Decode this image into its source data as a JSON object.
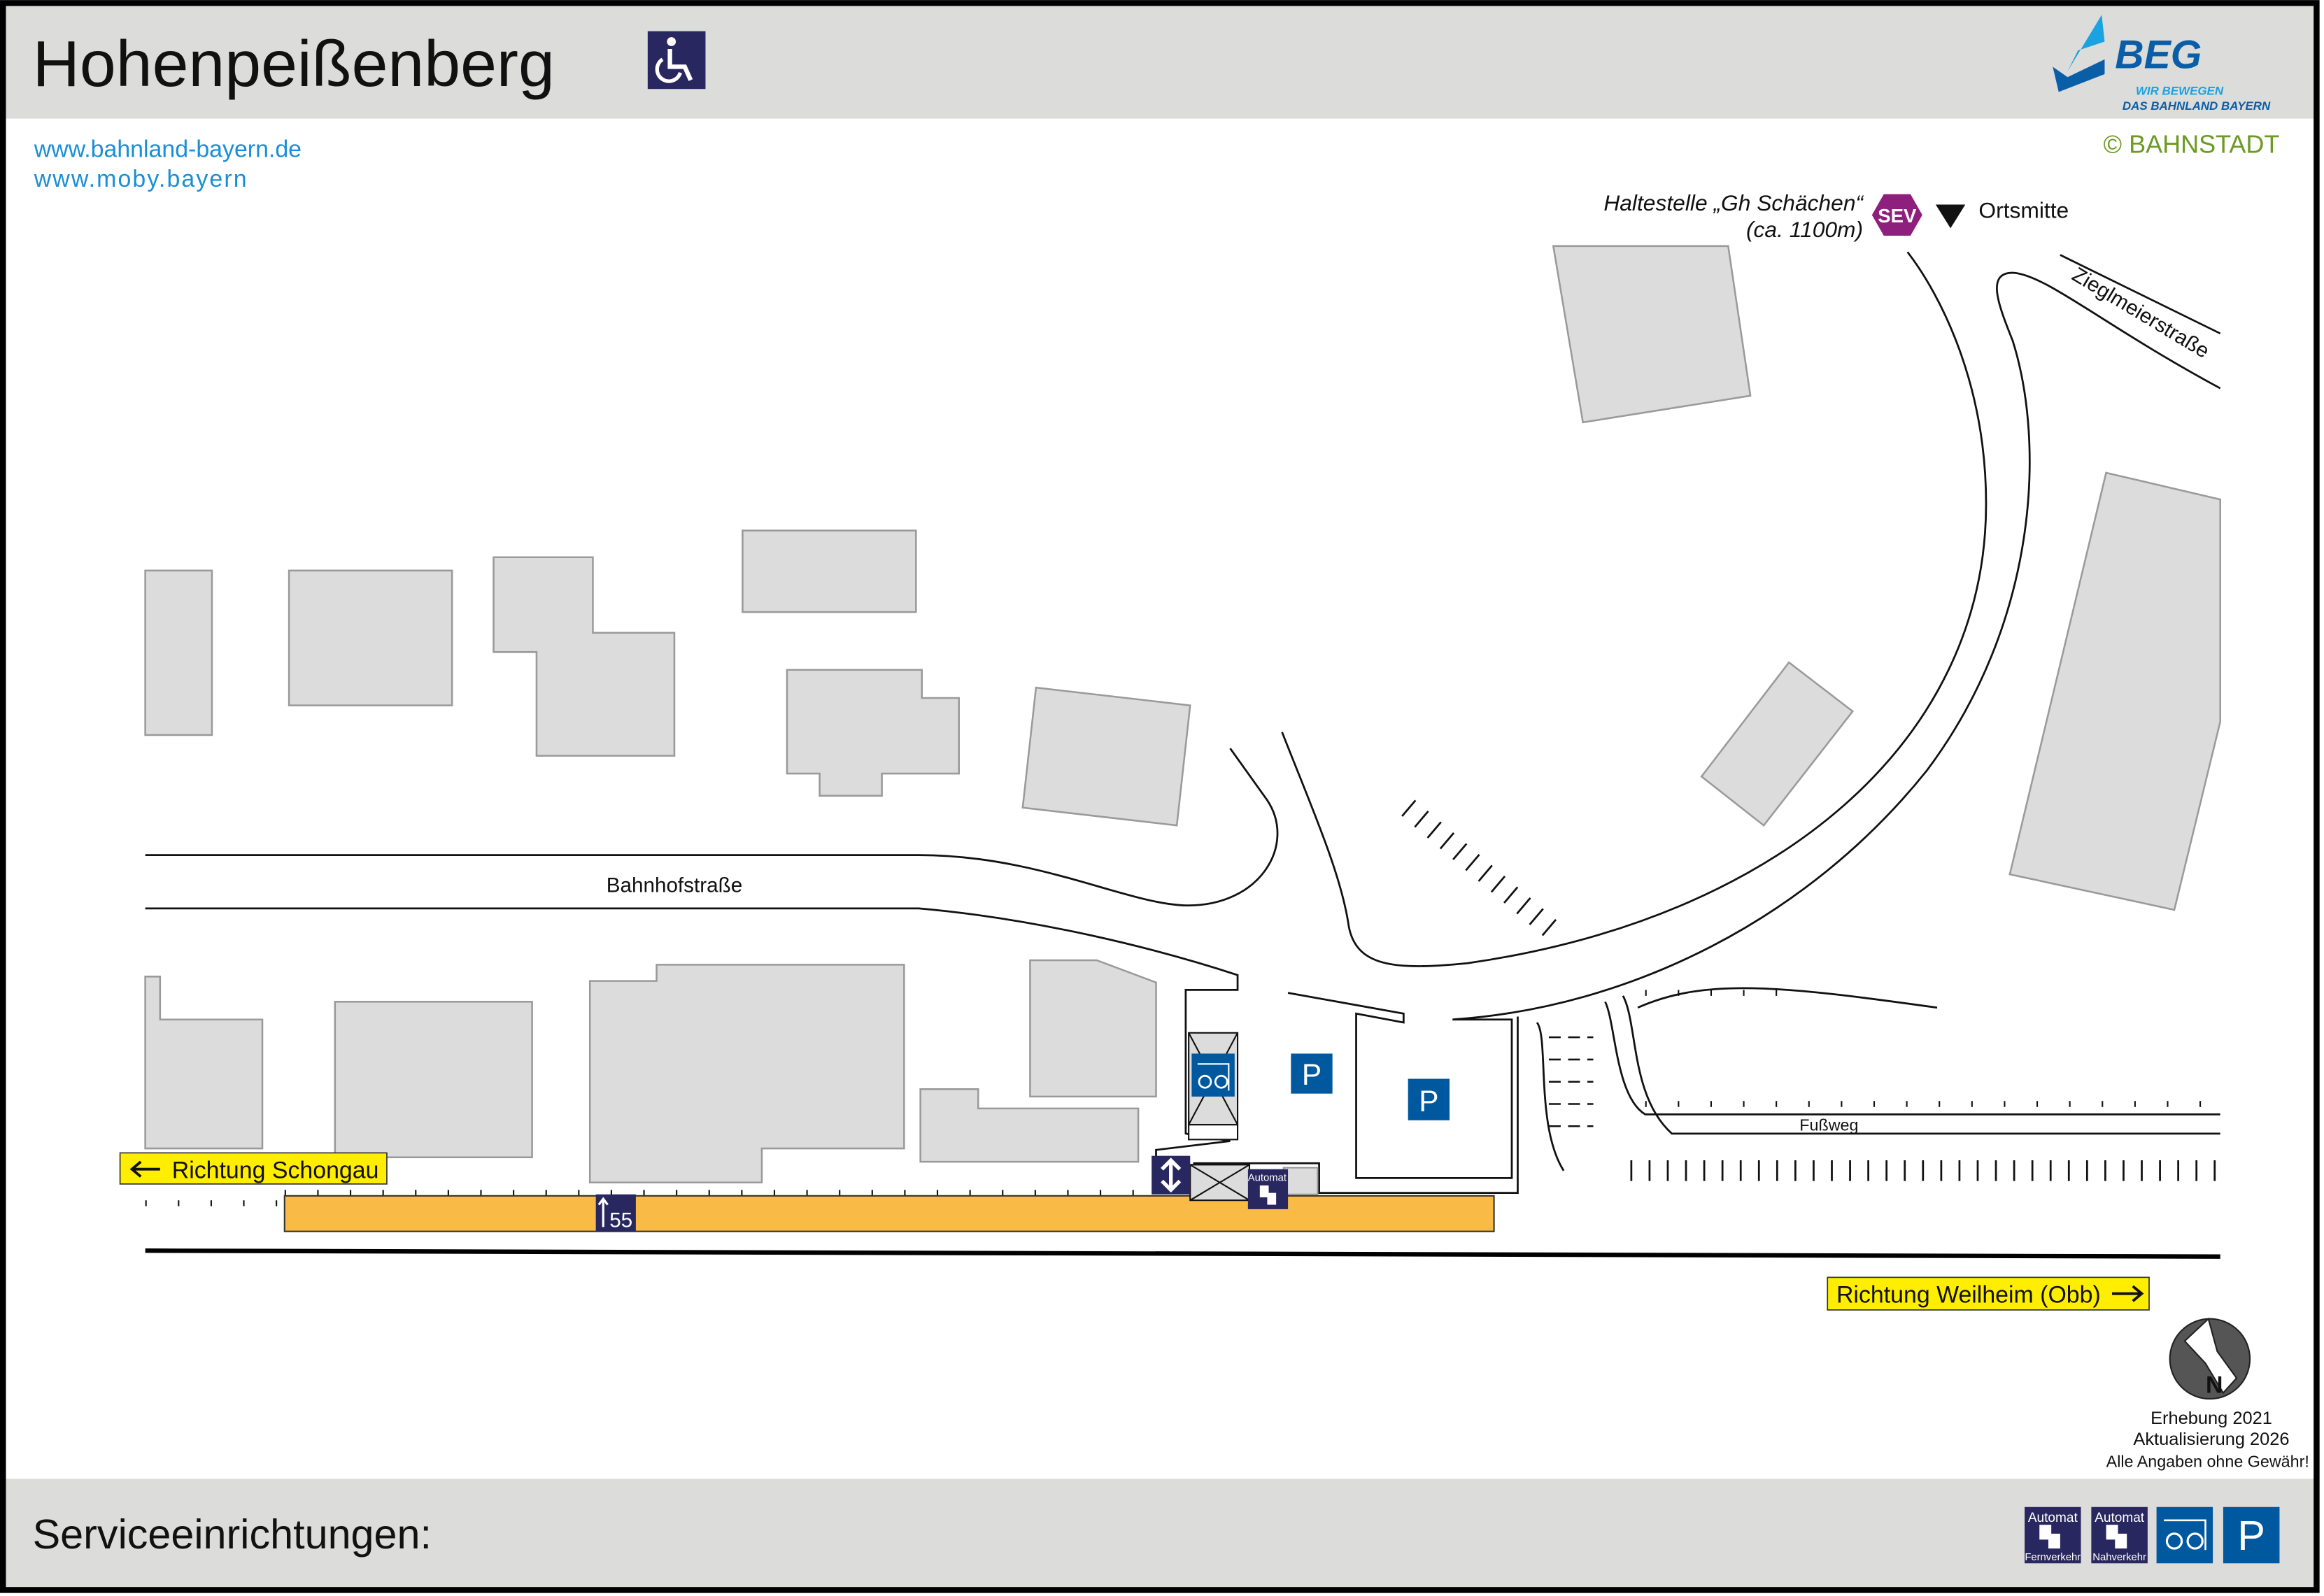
{
  "header": {
    "title": "Hohenpeißenberg",
    "accessibility_icon": "wheelchair-icon"
  },
  "logo": {
    "name": "BEG",
    "slogan_line1": "WIR BEWEGEN",
    "slogan_line2": "DAS BAHNLAND BAYERN",
    "copyright": "© BAHNSTADT"
  },
  "links": [
    "www.bahnland-bayern.de",
    "www.moby.bayern"
  ],
  "map": {
    "bus_stop": {
      "name": "Haltestelle „Gh Schächen“",
      "distance": "(ca. 1100m)",
      "badge": "SEV"
    },
    "town_centre": "Ortsmitte",
    "streets": {
      "bahnhof": "Bahnhofstraße",
      "zieglmeier": "Zieglmeierstraße",
      "footpath": "Fußweg"
    },
    "direction_west": "Richtung Schongau",
    "direction_east": "Richtung Weilheim (Obb)",
    "platform_height": "55",
    "automat_label": "Automat",
    "parking_label": "P",
    "compass_letter": "N"
  },
  "notes": {
    "survey": "Erhebung 2021",
    "update": "Aktualisierung 2026",
    "disclaimer": "Alle Angaben ohne Gewähr!"
  },
  "footer": {
    "title": "Serviceeinrichtungen:",
    "services": [
      {
        "top": "Automat",
        "bottom": "Fernverkehr"
      },
      {
        "top": "Automat",
        "bottom": "Nahverkehr"
      },
      {
        "icon": "bike-parking-icon"
      },
      {
        "label": "P"
      }
    ]
  },
  "colors": {
    "navy": "#29275f",
    "blue": "#00589f",
    "platform": "#f9bb45",
    "yellow": "#ffee00",
    "sev": "#8e1f7c",
    "link": "#1a8ed6"
  }
}
